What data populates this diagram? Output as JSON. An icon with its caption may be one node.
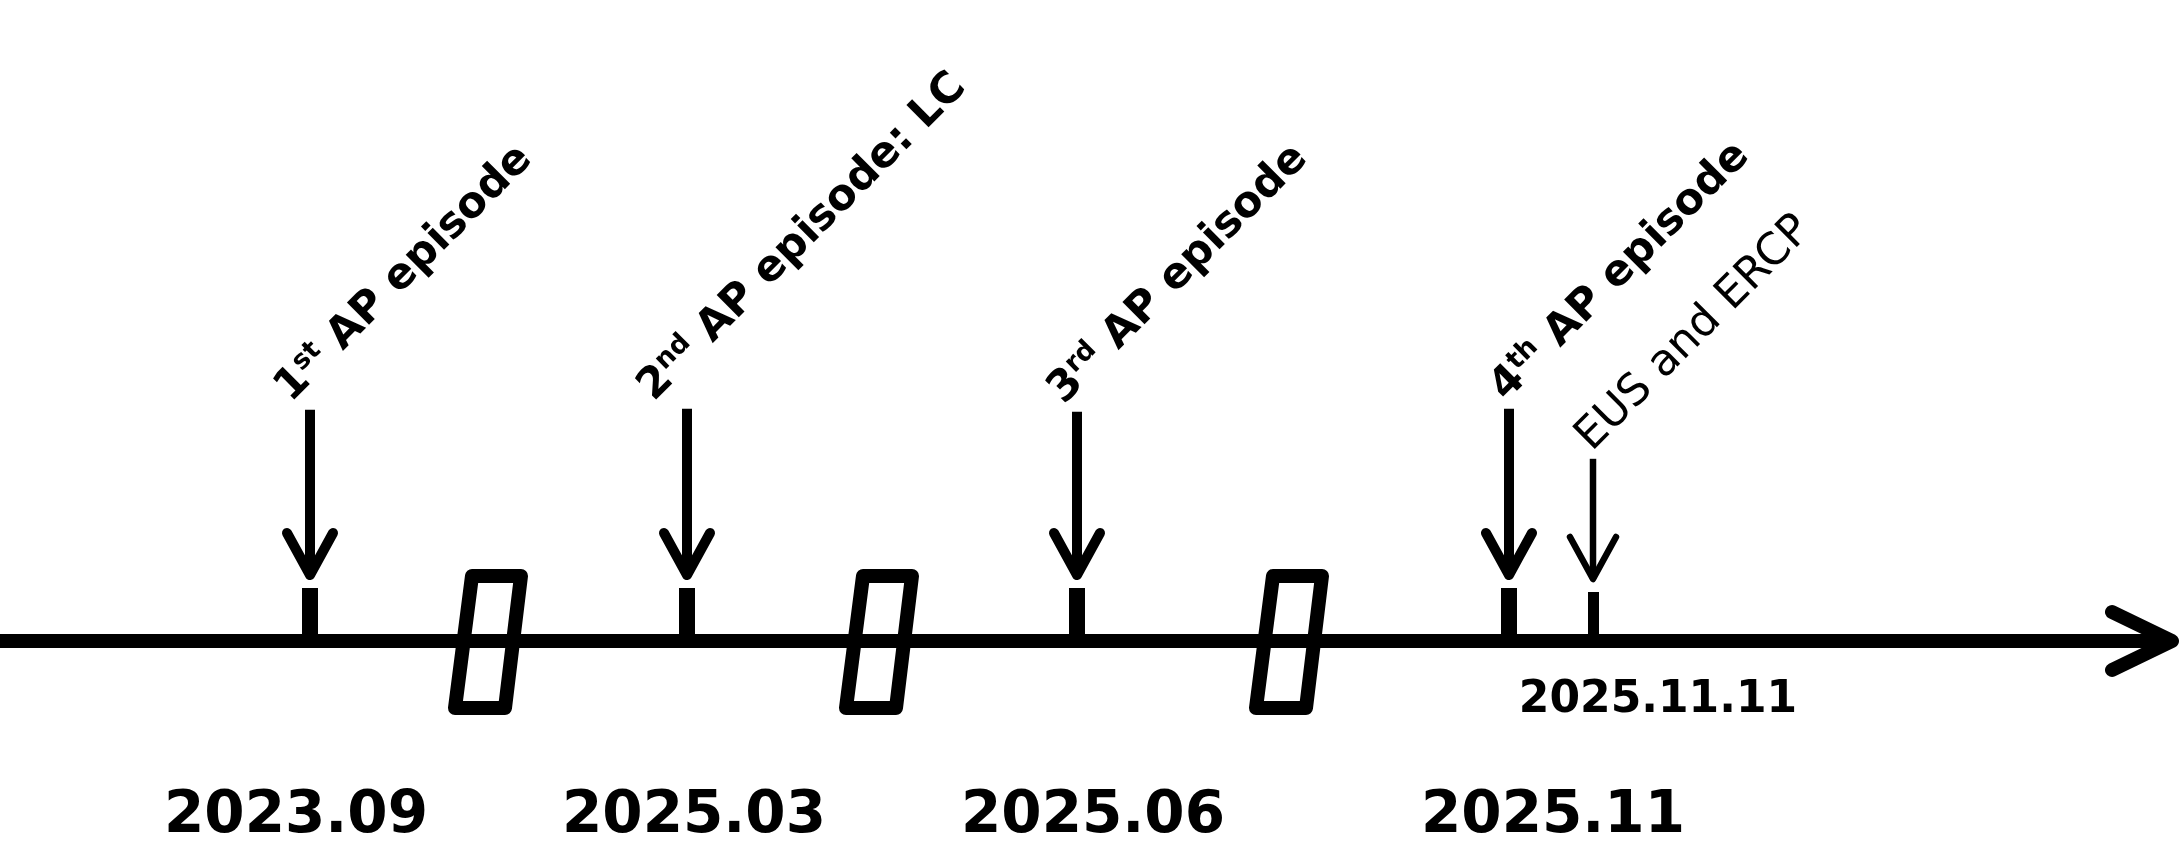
{
  "diagram": {
    "nodes": [
      {
        "text": [
          "1$^{st}$ AP episode"
        ]
      },
      {
        "text": [
          "2$^{nd}$ AP episode: LC"
        ]
      },
      {
        "text": [
          "3$^{rd}$ AP episode"
        ]
      },
      {
        "text": [
          "4$^{th}$ AP episode"
        ]
      },
      {
        "text": [
          "EUS and ERCP"
        ]
      },
      {
        "text": [],
        "shape": "bar"
      },
      {
        "text": [],
        "shape": "bar"
      },
      {
        "text": [],
        "shape": "bar"
      },
      {
        "text": [],
        "shape": "bar"
      },
      {
        "text": [],
        "shape": "bar"
      }
    ],
    "edges": [
      {
        "from": 0,
        "to": 5,
        "arrow": "to"
      },
      {
        "from": 1,
        "to": 6,
        "arrow": "to"
      },
      {
        "from": 2,
        "to": 7,
        "arrow": "to"
      },
      {
        "from": 3,
        "to": 8,
        "arrow": "to"
      },
      {
        "from": 4,
        "to": 9,
        "arrow": "to"
      }
    ],
    "labels": [
      "2025.11.11",
      "2023.09",
      "2025.03",
      "2025.06",
      "2025.11"
    ]
  }
}
